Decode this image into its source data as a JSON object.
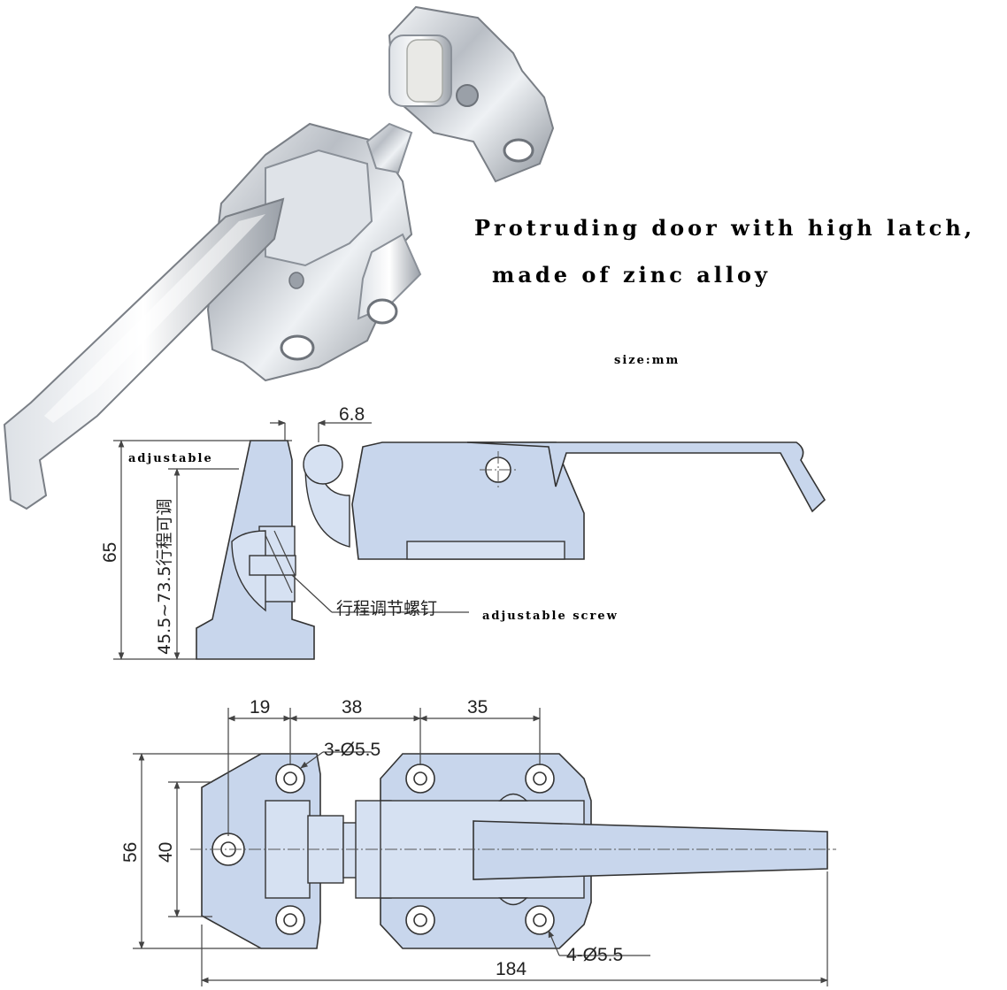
{
  "heading": {
    "line1": "Protruding door with high latch,",
    "line2": "made of zinc alloy",
    "units": "size:mm"
  },
  "side_view": {
    "dim_top": "6.8",
    "label_adjustable": "adjustable",
    "dim_height": "65",
    "dim_range": "45.5~73.5行程可调",
    "screw_label_cn": "行程调节螺钉",
    "screw_label_en": "adjustable screw"
  },
  "top_view": {
    "dim_19": "19",
    "dim_38": "38",
    "dim_35": "35",
    "holes_3": "3-Ø5.5",
    "holes_4": "4-Ø5.5",
    "dim_56": "56",
    "dim_40": "40",
    "dim_184": "184"
  },
  "colors": {
    "part_fill": "#c8d6ec",
    "outline": "#333333"
  }
}
